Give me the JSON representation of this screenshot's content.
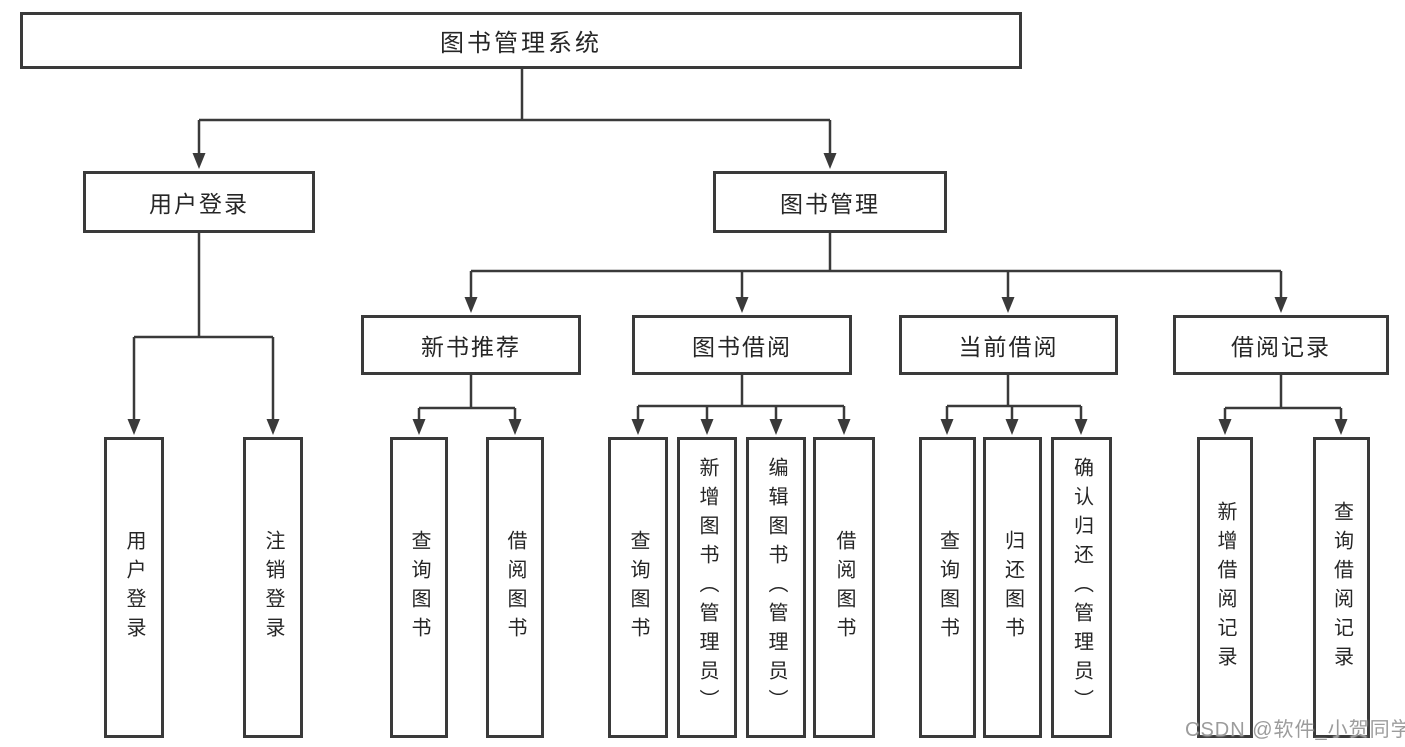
{
  "diagram": {
    "root": {
      "label": "图书管理系统"
    },
    "level2": [
      {
        "label": "用户登录"
      },
      {
        "label": "图书管理"
      }
    ],
    "level3": [
      {
        "label": "新书推荐"
      },
      {
        "label": "图书借阅"
      },
      {
        "label": "当前借阅"
      },
      {
        "label": "借阅记录"
      }
    ],
    "leaves": [
      {
        "label": "用户登录"
      },
      {
        "label": "注销登录"
      },
      {
        "label": "查询图书"
      },
      {
        "label": "借阅图书"
      },
      {
        "label": "查询图书"
      },
      {
        "label": "新增图书（管理员）"
      },
      {
        "label": "编辑图书（管理员）"
      },
      {
        "label": "借阅图书"
      },
      {
        "label": "查询图书"
      },
      {
        "label": "归还图书"
      },
      {
        "label": "确认归还（管理员）"
      },
      {
        "label": "新增借阅记录"
      },
      {
        "label": "查询借阅记录"
      }
    ],
    "hierarchy": {
      "图书管理系统": [
        "用户登录",
        "图书管理"
      ],
      "用户登录": [
        "用户登录",
        "注销登录"
      ],
      "图书管理": [
        "新书推荐",
        "图书借阅",
        "当前借阅",
        "借阅记录"
      ],
      "新书推荐": [
        "查询图书",
        "借阅图书"
      ],
      "图书借阅": [
        "查询图书",
        "新增图书（管理员）",
        "编辑图书（管理员）",
        "借阅图书"
      ],
      "当前借阅": [
        "查询图书",
        "归还图书",
        "确认归还（管理员）"
      ],
      "借阅记录": [
        "新增借阅记录",
        "查询借阅记录"
      ]
    }
  },
  "watermark": {
    "text": "CSDN @软件_小贺同学"
  },
  "colors": {
    "line": "#3a3a3a",
    "box_border": "#3a3a3a",
    "text": "#262626",
    "watermark": "#9c9c9c",
    "background": "#ffffff"
  }
}
